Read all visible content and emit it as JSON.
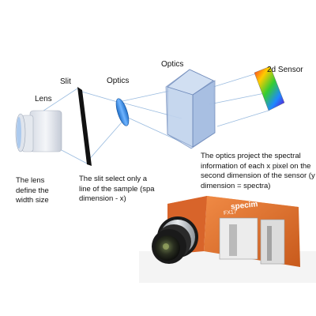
{
  "labels": {
    "lens": "Lens",
    "slit": "Slit",
    "optics_small": "Optics",
    "optics_large": "Optics",
    "sensor": "2d Sensor"
  },
  "captions": {
    "lens": "The lens\ndefine the\nwidth size",
    "slit": "The slit select only a\nline of the sample (spa\ndimension - x)",
    "optics": "The optics project the spectral\ninformation of each x pixel on the\nsecond dimension of the sensor (y\ndimension = spectra)"
  },
  "camera": {
    "brand_text": "specim",
    "model_text": "FX17"
  },
  "colors": {
    "camera_body": "#e0702e",
    "prism_fill": "#b9cdea",
    "beam_line": "#8fb4dc",
    "lens_element": "#3d8fe0",
    "slit": "#111111"
  },
  "icons": [
    "lens-barrel-icon",
    "slit-plate-icon",
    "lens-element-icon",
    "prism-icon",
    "sensor-spectrum-icon",
    "camera-photo"
  ]
}
